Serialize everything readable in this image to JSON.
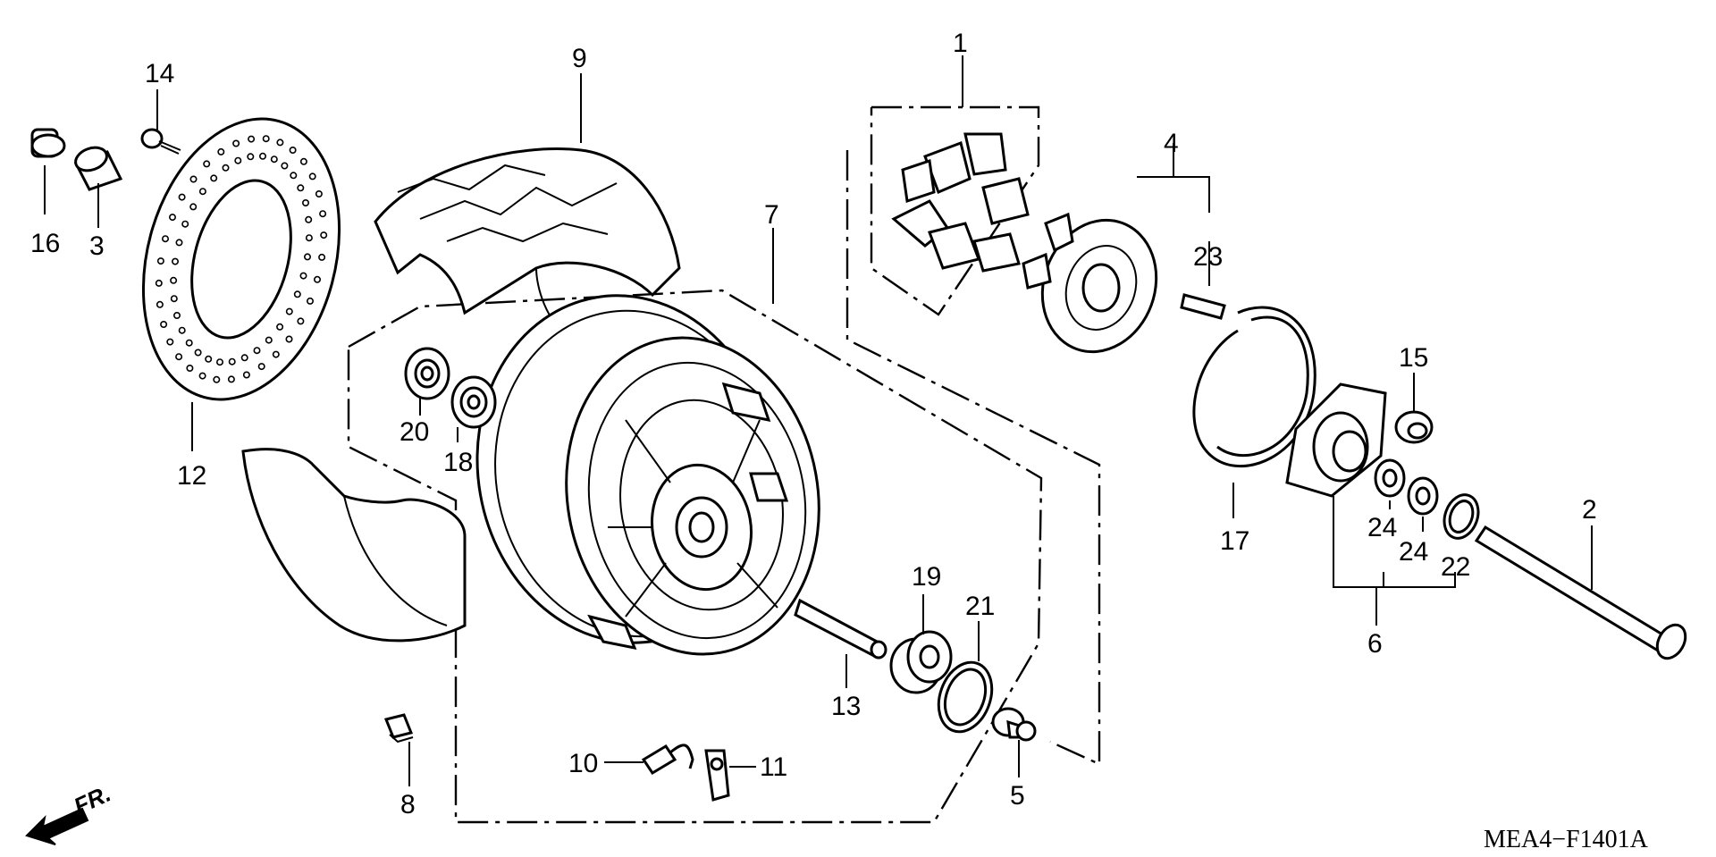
{
  "diagram": {
    "drawing_code": "MEA4−F1401A",
    "front_label": "FR.",
    "callouts": [
      "1",
      "2",
      "3",
      "4",
      "5",
      "6",
      "7",
      "8",
      "9",
      "10",
      "11",
      "12",
      "13",
      "14",
      "15",
      "16",
      "17",
      "18",
      "19",
      "20",
      "21",
      "22",
      "23",
      "24",
      "24"
    ],
    "icons": {
      "front_arrow": "front-direction-arrow-icon"
    }
  }
}
